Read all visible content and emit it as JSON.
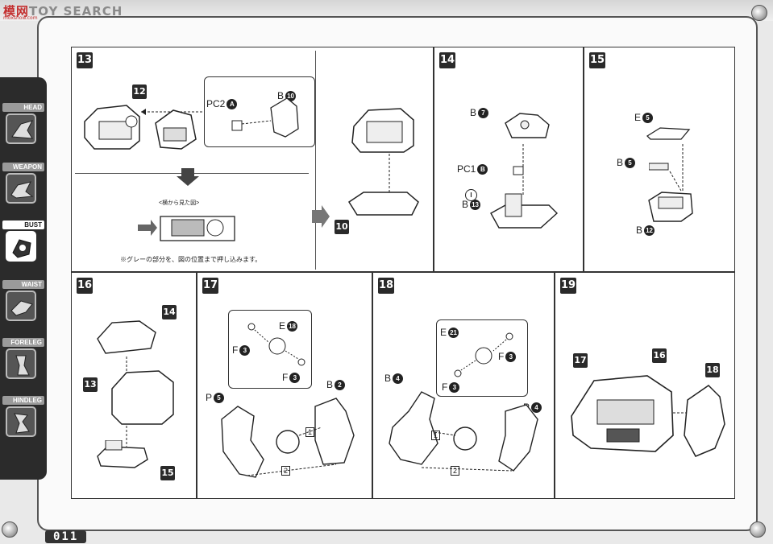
{
  "site": {
    "brand_a": "模",
    "brand_b": "网",
    "brand_c": "TOY SEARCH",
    "url": "moxshow.com"
  },
  "page_number": "011",
  "nav": [
    {
      "label": "HEAD",
      "icon": "head-icon"
    },
    {
      "label": "WEAPON",
      "icon": "weapon-icon"
    },
    {
      "label": "BUST",
      "icon": "bust-icon",
      "active": true
    },
    {
      "label": "WAIST",
      "icon": "waist-icon"
    },
    {
      "label": "FORELEG",
      "icon": "foreleg-icon"
    },
    {
      "label": "HINDLEG",
      "icon": "hindleg-icon"
    }
  ],
  "steps": {
    "s13": {
      "number": "13",
      "part_12": "12",
      "pc2_label": "PC2",
      "pc2_circle": "A",
      "b10_label": "B",
      "b10_circle": "10",
      "side_view": "<横から見た図>",
      "note": "※グレーの部分を、図の位置まで押し込みます。",
      "part_10": "10"
    },
    "s14": {
      "number": "14",
      "b7_label": "B",
      "b7_circle": "7",
      "i_mark": "I",
      "pc1_label": "PC1",
      "pc1_circle": "B",
      "b13_label": "B",
      "b13_circle": "13"
    },
    "s15": {
      "number": "15",
      "e5_label": "E",
      "e5_circle": "5",
      "b5_label": "B",
      "b5_circle": "5",
      "b12_label": "B",
      "b12_circle": "12"
    },
    "s16": {
      "number": "16",
      "part_14": "14",
      "part_13": "13",
      "part_15": "15"
    },
    "s17": {
      "number": "17",
      "e18_label": "E",
      "e18_circle": "18",
      "f3a_label": "F",
      "f3a_circle": "3",
      "f3b_label": "F",
      "f3b_circle": "3",
      "p5_label": "P",
      "p5_circle": "5",
      "b2_label": "B",
      "b2_circle": "2",
      "n1": "1",
      "n2": "2"
    },
    "s18": {
      "number": "18",
      "e21_label": "E",
      "e21_circle": "21",
      "f3a_label": "F",
      "f3a_circle": "3",
      "f3b_label": "F",
      "f3b_circle": "3",
      "b4_label": "B",
      "b4_circle": "4",
      "p4_label": "P",
      "p4_circle": "4",
      "n1": "1",
      "n2": "2"
    },
    "s19": {
      "number": "19",
      "part_17": "17",
      "part_16": "16",
      "part_18": "18"
    }
  },
  "colors": {
    "brand_red": "#c43030",
    "ink": "#2a2a2a",
    "sidebar": "#2b2b2b"
  }
}
